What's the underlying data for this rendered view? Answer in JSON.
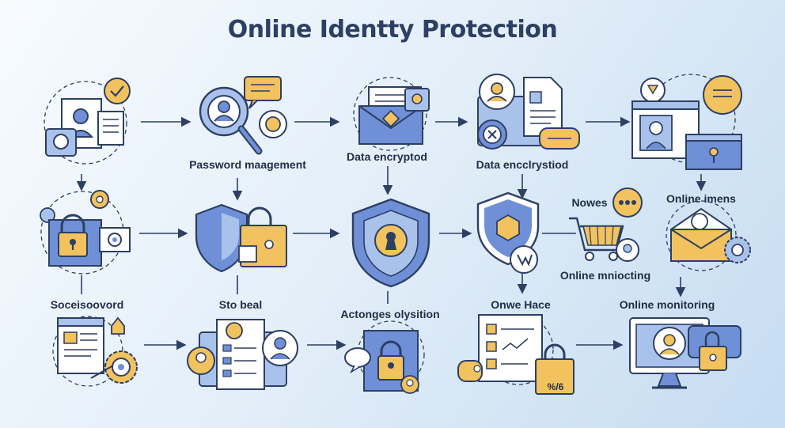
{
  "title": "Online Identty Protection",
  "labels": {
    "password": "Password maagement",
    "encrypted": "Data encryptod",
    "encrystiod": "Data encclrystiod",
    "nowes": "Nowes",
    "imens": "Online imens",
    "mniocting": "Online mniocting",
    "socei": "Soceisoovord",
    "stobeal": "Sto beal",
    "actonges": "Actonges olysition",
    "onwe": "Onwe Hace",
    "monitoring": "Online monitoring"
  },
  "badges": {
    "percent": "%/6"
  },
  "colors": {
    "outline": "#2d3f63",
    "blue": "#6f8fd6",
    "light_blue": "#a9c2ec",
    "yellow": "#f2c25e",
    "white": "#ffffff"
  }
}
